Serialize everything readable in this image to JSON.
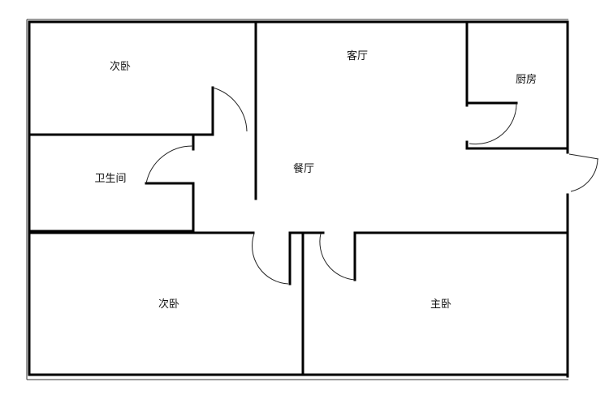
{
  "floor_plan": {
    "rooms": {
      "bedroom_top_left": "次卧",
      "living_room": "客厅",
      "kitchen": "厨房",
      "bathroom": "卫生间",
      "dining_room": "餐厅",
      "bedroom_bottom_left": "次卧",
      "master_bedroom": "主卧"
    },
    "colors": {
      "wall": "#000000",
      "thin_line": "#222222",
      "background": "#ffffff"
    }
  }
}
